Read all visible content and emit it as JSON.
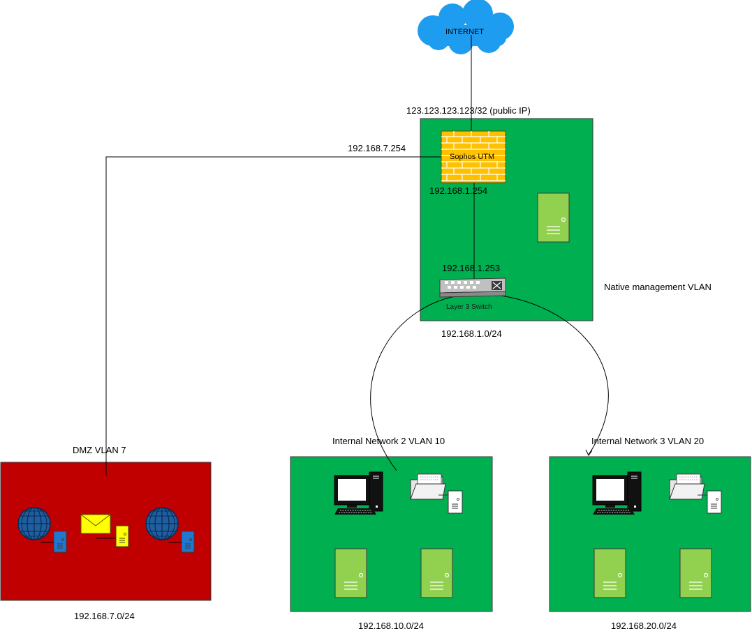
{
  "internet": {
    "label": "INTERNET"
  },
  "firewall": {
    "label": "Sophos UTM",
    "public_ip": "123.123.123.123/32 (public IP)",
    "dmz_ip": "192.168.7.254",
    "inside_ip": "192.168.1.254"
  },
  "switch": {
    "label": "Layer 3 Switch",
    "ip": "192.168.1.253"
  },
  "management": {
    "title": "Native management VLAN",
    "subnet": "192.168.1.0/24"
  },
  "dmz": {
    "title": "DMZ VLAN 7",
    "subnet": "192.168.7.0/24"
  },
  "internal2": {
    "title": "Internal Network 2 VLAN 10",
    "subnet": "192.168.10.0/24"
  },
  "internal3": {
    "title": "Internal Network 3 VLAN 20",
    "subnet": "192.168.20.0/24"
  },
  "colors": {
    "zone_green": "#00b050",
    "zone_red": "#c00000",
    "server_green": "#92d050",
    "firewall_orange": "#ffc000",
    "cloud_blue": "#1e9cf0",
    "globe_blue": "#1f5fa0",
    "server_blue": "#1f77d0",
    "mail_yellow": "#ffff00"
  }
}
